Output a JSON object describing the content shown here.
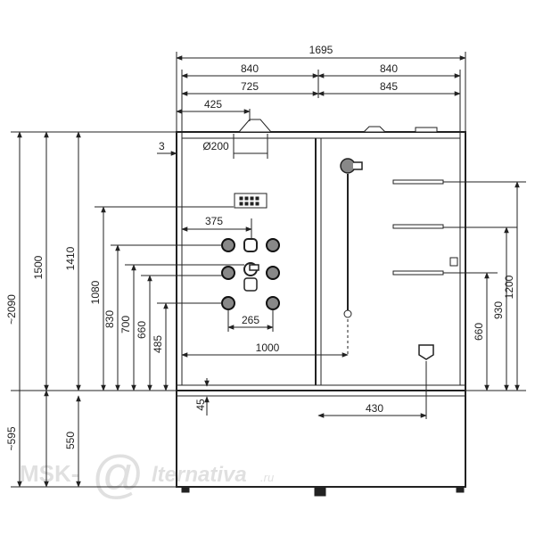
{
  "drawing": {
    "dimensions": {
      "total_width": "1695",
      "left_section": "840",
      "right_section": "840",
      "left_inner": "725",
      "right_inner": "845",
      "shower_offset": "425",
      "side_gap": "3",
      "shower_head_diameter": "Ø200",
      "jet_spacing": "375",
      "jet_pair_spacing": "265",
      "mixer_span": "1000",
      "seat_offset": "430",
      "tray_gap": "45",
      "overall_height": "~2090",
      "cabin_height": "1500",
      "panel_height": "1410",
      "control_height": "1080",
      "jet_row_1": "830",
      "jet_row_2": "700",
      "jet_row_3": "660",
      "jet_row_4": "485",
      "base_height": "~595",
      "tray_height": "550",
      "shelf_1": "1200",
      "shelf_2": "930",
      "shelf_3": "660"
    }
  },
  "watermark": {
    "prefix": "MSK-",
    "at": "@",
    "suffix": "lternativa",
    "tld": ".ru"
  }
}
